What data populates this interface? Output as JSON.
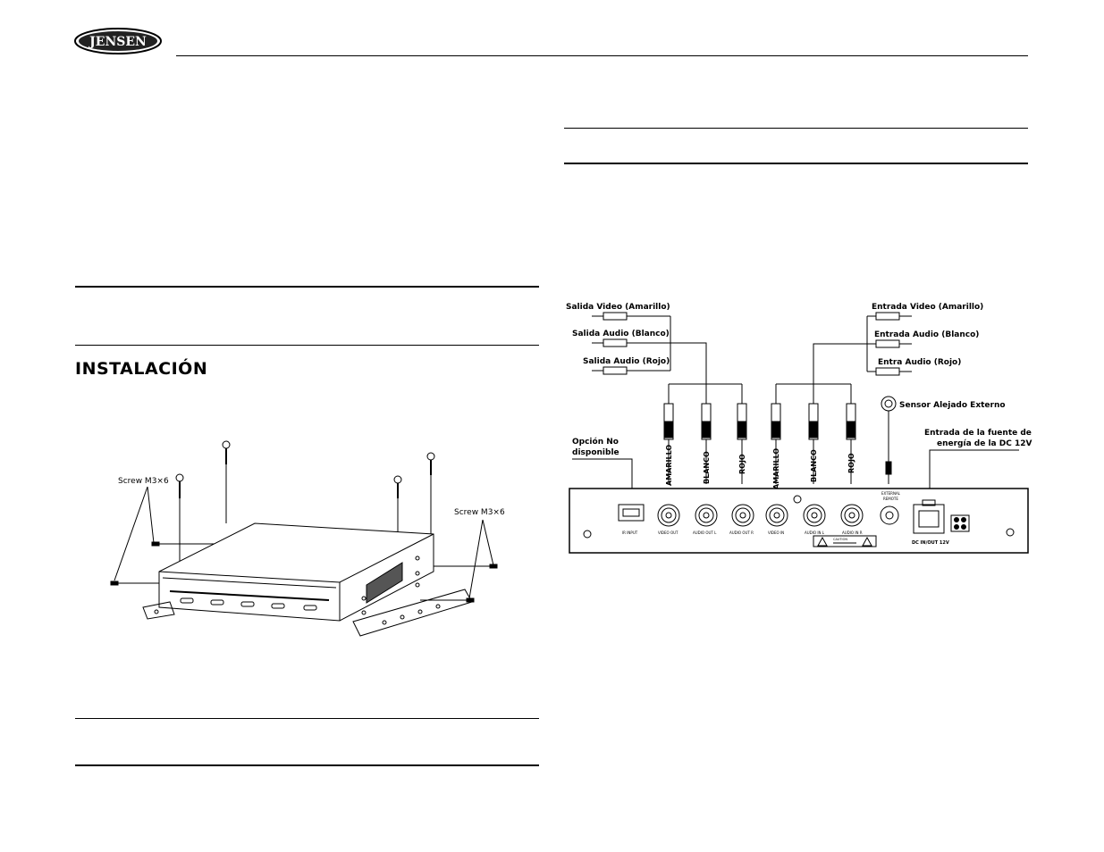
{
  "header": {
    "logo_text": "JENSEN"
  },
  "left": {
    "section_title": "INSTALACIÓN",
    "figure": {
      "screw_label_left": "Screw M3×6",
      "screw_label_right": "Screw M3×6"
    }
  },
  "right": {
    "diagram": {
      "labels": {
        "video_out": "Salida Video (Amarillo)",
        "audio_out_white": "Salida Audio (Blanco)",
        "audio_out_red": "Salida Audio (Rojo)",
        "video_in": "Entrada Video (Amarillo)",
        "audio_in_white": "Entrada Audio (Blanco)",
        "audio_in_red": "Entra Audio (Rojo)",
        "remote_sensor": "Sensor Alejado Externo",
        "option_na_line1": "Opción No",
        "option_na_line2": "disponible",
        "power_line1": "Entrada de la fuente de",
        "power_line2": "energía de la DC 12V"
      },
      "cable_labels": [
        "AMARILLO",
        "BLANCO",
        "ROJO",
        "AMARILLO",
        "BLANCO",
        "ROJO"
      ],
      "panel_labels": {
        "ir_input": "IR INPUT",
        "video_out": "VIDEO OUT",
        "audio_out_l": "AUDIO OUT L",
        "audio_out_r": "AUDIO OUT R",
        "video_in": "VIDEO IN",
        "audio_in_l": "AUDIO IN L",
        "audio_in_r": "AUDIO IN R",
        "external_remote_1": "EXTERNAL",
        "external_remote_2": "REMOTE",
        "dc": "DC IN/OUT 12V",
        "caution": "CAUTION"
      }
    }
  }
}
